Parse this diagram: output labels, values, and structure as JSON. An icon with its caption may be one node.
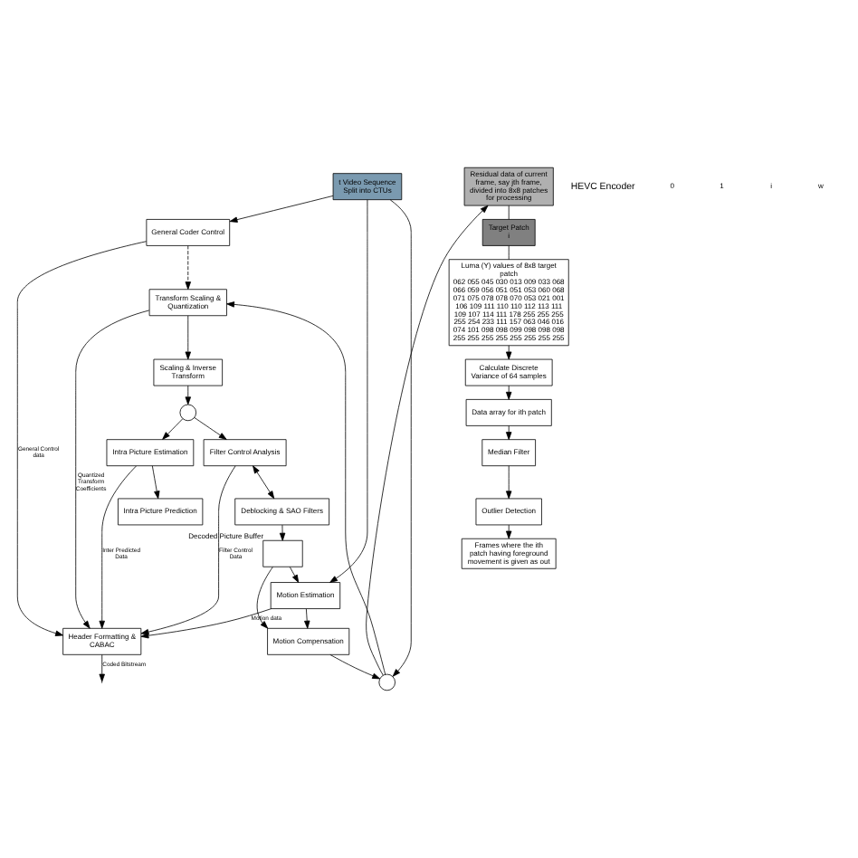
{
  "diagram": {
    "nodes": [
      {
        "text": [
          "t Video Sequence",
          "Split into CTUs"
        ]
      },
      {
        "text": [
          "Residual data of current frame, say jth frame, divided into 8x8 patches for processing"
        ]
      },
      {
        "text": [
          "Target Patch",
          "i"
        ]
      },
      {
        "text": [
          "Luma (Y) values of 8x8 target patch",
          "062 055 045 030 013 009 033 068",
          "066 059 056 051 051 053 060 068",
          "071 075 078 078 070 053 021 001",
          "106 109 111 110 110 112 113 111",
          "109 107 114 111 178 255 255 255",
          "255 254 233 111 157 063 046 016",
          "074 101 098 098 099 098 098 098",
          "255 255 255 255 255 255 255 255"
        ]
      },
      {
        "text": [
          "Calculate Discrete Variance of 64 samples"
        ]
      },
      {
        "text": [
          "Data array for ith patch"
        ]
      },
      {
        "text": [
          "Median Filter"
        ]
      },
      {
        "text": [
          "Outlier Detection"
        ]
      },
      {
        "text": [
          "Frames where the ith patch having foreground movement is given as out"
        ]
      },
      {
        "text": [
          "General Coder Control"
        ]
      },
      {
        "text": [
          "Transform Scaling & Quantization"
        ]
      },
      {
        "text": [
          "Scaling & Inverse Transform"
        ]
      },
      {
        "text": [],
        "shape": "circle"
      },
      {
        "text": [],
        "shape": "circle"
      },
      {
        "text": [
          "Intra Picture Estimation"
        ]
      },
      {
        "text": [
          "Intra Picture Prediction"
        ]
      },
      {
        "text": [
          "Filter Control Analysis"
        ]
      },
      {
        "text": [
          "Deblocking & SAO Filters"
        ]
      },
      {
        "text": [
          "Motion Compensation"
        ]
      },
      {
        "text": [
          "Motion Estimation"
        ]
      },
      {
        "text": [],
        "shape": "box",
        "beside": [
          "Decoded Picture Buffer"
        ]
      },
      {
        "text": [
          "Header Formatting & CABAC"
        ]
      }
    ],
    "edges": [
      {
        "from": 0,
        "to": 12,
        "arrow": "to"
      },
      {
        "from": 0,
        "to": 9,
        "arrow": "to"
      },
      {
        "from": 0,
        "to": 19,
        "arrow": "to"
      },
      {
        "from": 12,
        "to": 10,
        "arrow": "to"
      },
      {
        "from": 12,
        "to": 1,
        "arrow": "to"
      },
      {
        "from": 1,
        "to": 2,
        "arrow": "none"
      },
      {
        "from": 2,
        "to": 3,
        "arrow": "none"
      },
      {
        "from": 3,
        "to": 4,
        "arrow": "to"
      },
      {
        "from": 4,
        "to": 5,
        "arrow": "to"
      },
      {
        "from": 5,
        "to": 6,
        "arrow": "to"
      },
      {
        "from": 6,
        "to": 7,
        "arrow": "to"
      },
      {
        "from": 7,
        "to": 8,
        "arrow": "to"
      },
      {
        "from": 9,
        "to": 10,
        "arrow": "to",
        "style": "dashed"
      },
      {
        "from": 9,
        "to": 21,
        "label": "General Control data",
        "arrow": "to"
      },
      {
        "from": 10,
        "to": 21,
        "label": "Quantized Transform Coefficients",
        "arrow": "to"
      },
      {
        "from": 10,
        "to": 11,
        "arrow": "to"
      },
      {
        "from": 11,
        "to": 13,
        "arrow": "to"
      },
      {
        "from": 13,
        "to": 14,
        "arrow": "to"
      },
      {
        "from": 13,
        "to": 16,
        "arrow": "to"
      },
      {
        "from": 14,
        "to": 15,
        "arrow": "to"
      },
      {
        "from": 14,
        "to": 21,
        "label": "Inter Predicted Data",
        "arrow": "to"
      },
      {
        "from": 16,
        "to": 17,
        "arrow": "both"
      },
      {
        "from": 16,
        "to": 21,
        "label": "Filter Control Data",
        "arrow": "to"
      },
      {
        "from": 17,
        "to": 20,
        "arrow": "to"
      },
      {
        "from": 20,
        "to": 18,
        "arrow": "to"
      },
      {
        "from": 20,
        "to": 19,
        "arrow": "to"
      },
      {
        "from": 19,
        "to": 18,
        "arrow": "to"
      },
      {
        "from": 18,
        "to": 12,
        "arrow": "to"
      },
      {
        "from": 19,
        "to": 21,
        "label": "Motion data",
        "arrow": "to"
      },
      {
        "from": 21,
        "to": null,
        "label": "Coded Bitstream",
        "arrow": "to"
      }
    ],
    "labels": [
      "HEVC Encoder",
      "0",
      "1",
      "i",
      "w"
    ]
  }
}
